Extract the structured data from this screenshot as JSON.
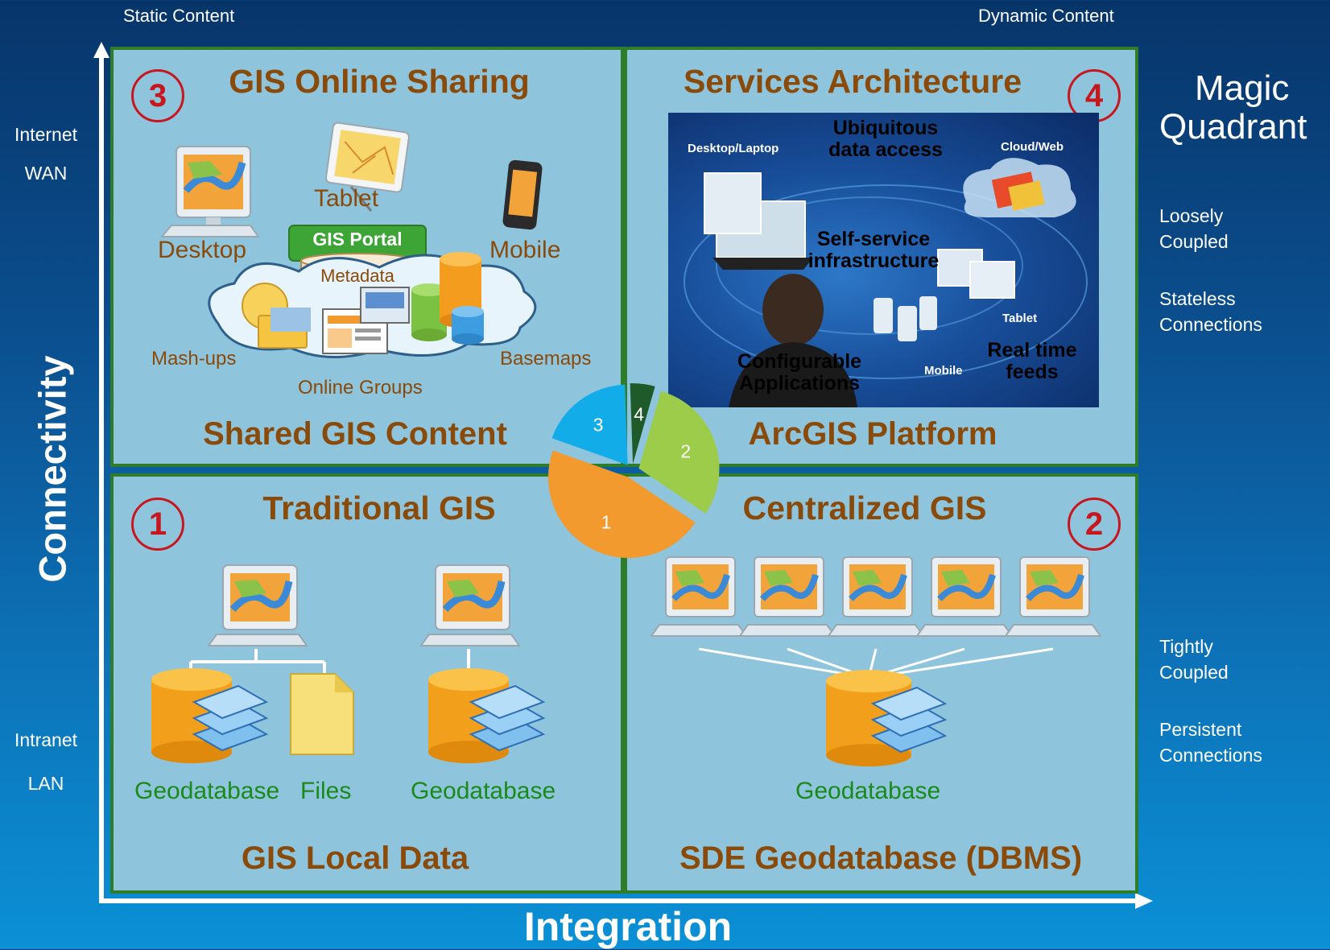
{
  "header": {
    "left": "Static Content",
    "right": "Dynamic Content"
  },
  "axis": {
    "y_label": "Connectivity",
    "x_label": "Integration"
  },
  "left_labels": {
    "internet": "Internet",
    "wan": "WAN",
    "intranet": "Intranet",
    "lan": "LAN"
  },
  "right_labels": {
    "title_line1": "Magic",
    "title_line2": "Quadrant",
    "loosely1": "Loosely",
    "loosely2": "Coupled",
    "stateless1": "Stateless",
    "stateless2": "Connections",
    "tightly1": "Tightly",
    "tightly2": "Coupled",
    "persistent1": "Persistent",
    "persistent2": "Connections"
  },
  "quadrants": {
    "q3": {
      "number": "3",
      "title": "GIS Online Sharing",
      "footer": "Shared GIS Content",
      "labels": {
        "tablet": "Tablet",
        "desktop": "Desktop",
        "mobile": "Mobile",
        "portal": "GIS Portal",
        "metadata": "Metadata",
        "mashups": "Mash-ups",
        "basemaps": "Basemaps",
        "groups": "Online Groups"
      }
    },
    "q4": {
      "number": "4",
      "title": "Services Architecture",
      "footer": "ArcGIS Platform",
      "photo": {
        "ubiquitous": "Ubiquitous\ndata access",
        "desktop_laptop": "Desktop/Laptop",
        "cloud_web": "Cloud/Web",
        "self_service": "Self-service\ninfrastructure",
        "tablet": "Tablet",
        "configurable": "Configurable\nApplications",
        "mobile": "Mobile",
        "realtime": "Real time\nfeeds"
      }
    },
    "q1": {
      "number": "1",
      "title": "Traditional GIS",
      "footer": "GIS Local Data",
      "labels": {
        "geodatabase_a": "Geodatabase",
        "files": "Files",
        "geodatabase_b": "Geodatabase"
      }
    },
    "q2": {
      "number": "2",
      "title": "Centralized GIS",
      "footer": "SDE Geodatabase (DBMS)",
      "labels": {
        "geodatabase": "Geodatabase"
      }
    }
  },
  "pie": {
    "slices": [
      {
        "label": "1",
        "value": 46,
        "color": "#f29a2e"
      },
      {
        "label": "2",
        "value": 30,
        "color": "#9dcb4a"
      },
      {
        "label": "3",
        "value": 19,
        "color": "#12ade8"
      },
      {
        "label": "4",
        "value": 5,
        "color": "#1f5a2a"
      }
    ]
  },
  "colors": {
    "border": "#2f7d2a",
    "title": "#8a4a0a",
    "number": "#c8161d",
    "db_label": "#1a8a1a"
  }
}
